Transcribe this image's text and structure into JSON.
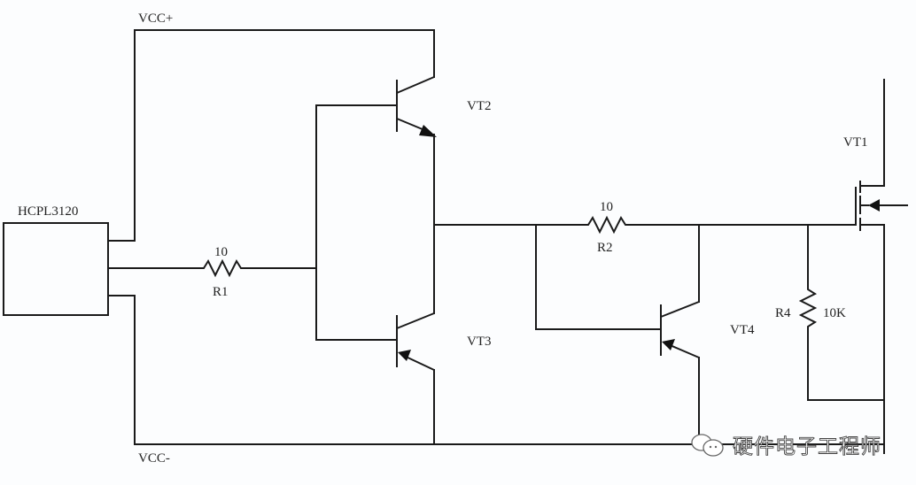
{
  "diagram": {
    "type": "circuit-schematic",
    "title": "IGBT/MOSFET gate driver totem-pole circuit",
    "nets": {
      "vcc_pos": "VCC+",
      "vcc_neg": "VCC-"
    },
    "components": {
      "driver_ic": {
        "ref": "HCPL3120",
        "kind": "optocoupler gate driver"
      },
      "r1": {
        "ref": "R1",
        "value": "10"
      },
      "r2": {
        "ref": "R2",
        "value": "10"
      },
      "r4": {
        "ref": "R4",
        "value": "10K"
      },
      "vt1": {
        "ref": "VT1",
        "kind": "N-channel MOSFET"
      },
      "vt2": {
        "ref": "VT2",
        "kind": "NPN transistor"
      },
      "vt3": {
        "ref": "VT3",
        "kind": "PNP transistor"
      },
      "vt4": {
        "ref": "VT4",
        "kind": "PNP transistor"
      }
    }
  },
  "watermark": {
    "icon": "wechat-icon",
    "text": "硬件电子工程师"
  }
}
